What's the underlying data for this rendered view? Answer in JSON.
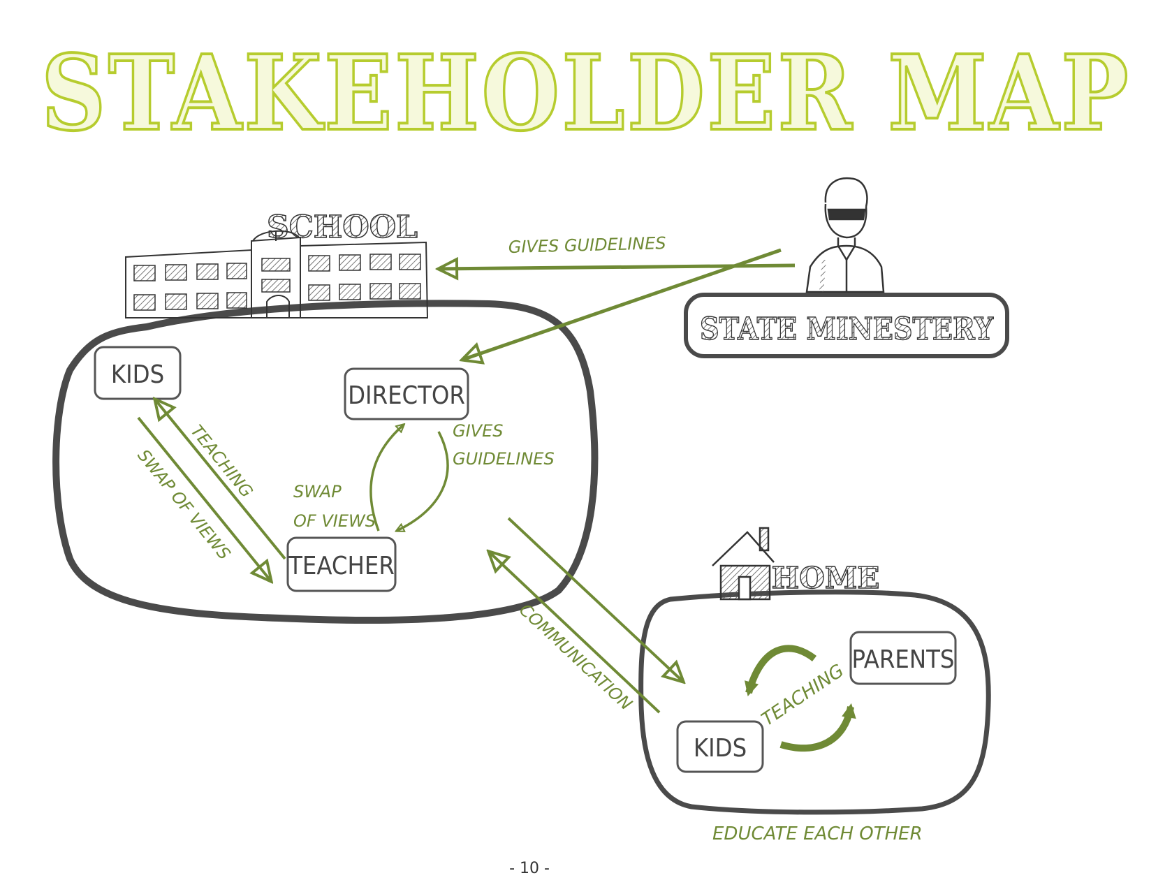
{
  "title": "STAKEHOLDER MAP",
  "colors": {
    "accent_green": "#b6cc2e",
    "arrow_green": "#6f8a35",
    "outline": "#4a4a4a"
  },
  "groups": {
    "school": {
      "label": "SCHOOL",
      "icon": "school-building-icon"
    },
    "home": {
      "label": "HOME",
      "icon": "house-icon"
    },
    "ministry": {
      "label": "STATE MINESTERY",
      "icon": "man-in-suit-icon"
    }
  },
  "nodes": {
    "school_kids": "KIDS",
    "director": "DIRECTOR",
    "teacher": "TEACHER",
    "home_kids": "KIDS",
    "parents": "PARENTS"
  },
  "edge_labels": {
    "ministry_to_school": "GIVES GUIDELINES",
    "director_to_teacher_1": "GIVES",
    "director_to_teacher_2": "GUIDELINES",
    "teacher_to_director_1": "SWAP",
    "teacher_to_director_2": "OF VIEWS",
    "teacher_to_kids": "TEACHING",
    "kids_to_teacher": "SWAP OF VIEWS",
    "school_home": "COMMUNICATION",
    "home_cycle": "TEACHING",
    "home_caption": "EDUCATE EACH OTHER"
  },
  "page_number": "- 10 -"
}
